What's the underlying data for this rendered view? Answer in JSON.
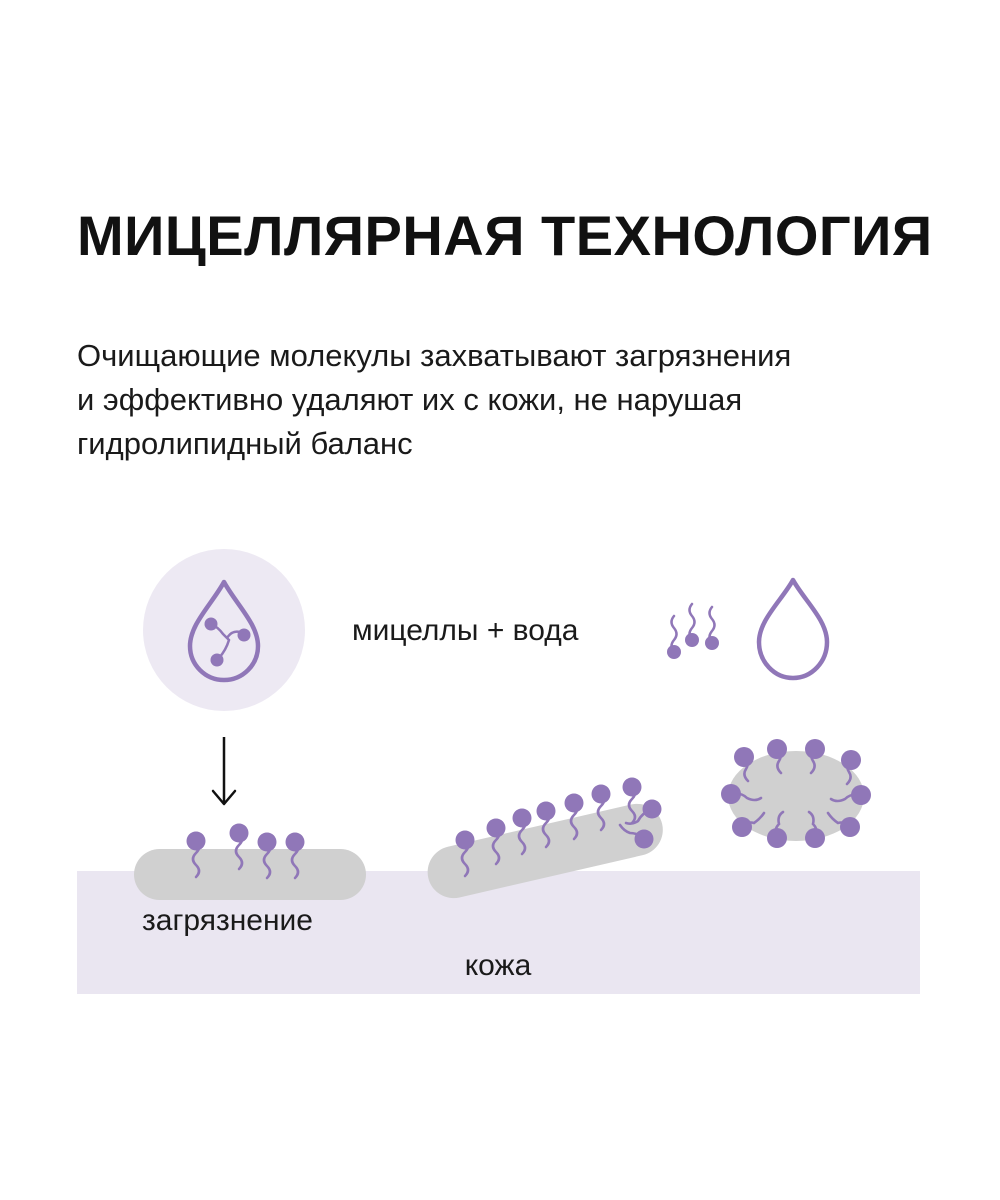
{
  "heading": {
    "title": "МИЦЕЛЛЯРНАЯ ТЕХНОЛОГИЯ"
  },
  "description": {
    "lines": [
      "Очищающие молекулы захватывают загрязнения",
      "и эффективно удаляют их с кожи, не нарушая",
      "гидролипидный баланс"
    ]
  },
  "diagram": {
    "micelles_water_label": "мицеллы + вода",
    "dirt_label": "загрязнение",
    "skin_label": "кожа",
    "colors": {
      "molecule": "#9077B8",
      "circle_bg": "#EDE9F3",
      "dirt": "#D0D0D0",
      "skin": "#EAE6F1"
    },
    "icons": [
      "drop-with-micelles-icon",
      "arrow-down-icon",
      "molecule-group-icon",
      "water-drop-icon"
    ]
  }
}
